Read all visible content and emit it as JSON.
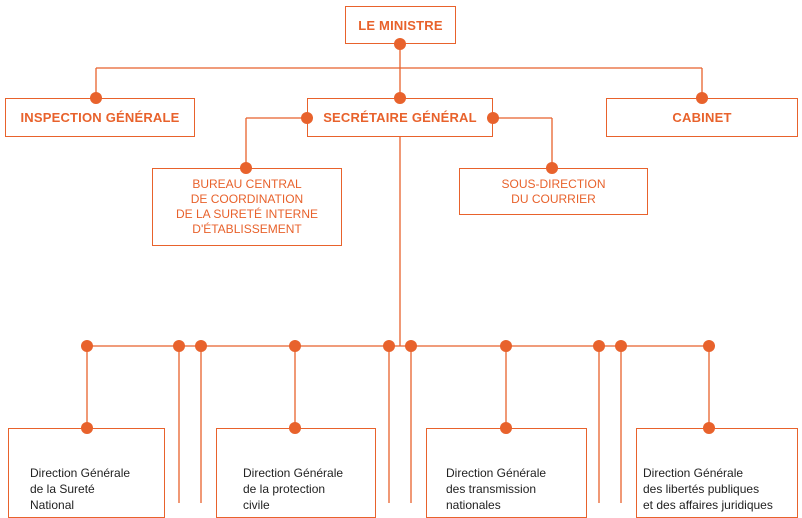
{
  "org_chart": {
    "minister": "LE MINISTRE",
    "inspection": "INSPECTION GÉNÉRALE",
    "secretary": "SECRÉTAIRE GÉNÉRAL",
    "cabinet": "CABINET",
    "bureau": "BUREAU CENTRAL\nDE COORDINATION\nDE LA SURETÉ INTERNE\nD'ÉTABLISSEMENT",
    "courrier": "SOUS-DIRECTION\nDU COURRIER",
    "directions": [
      "Direction Générale\nde la Sureté\nNational",
      "Direction Générale\nde la protection\ncivile",
      "Direction Générale\ndes transmission\nnationales",
      "Direction Générale\ndes libertés publiques\net des affaires juridiques"
    ]
  },
  "colors": {
    "accent": "#e8622c",
    "text_dark": "#222222"
  }
}
